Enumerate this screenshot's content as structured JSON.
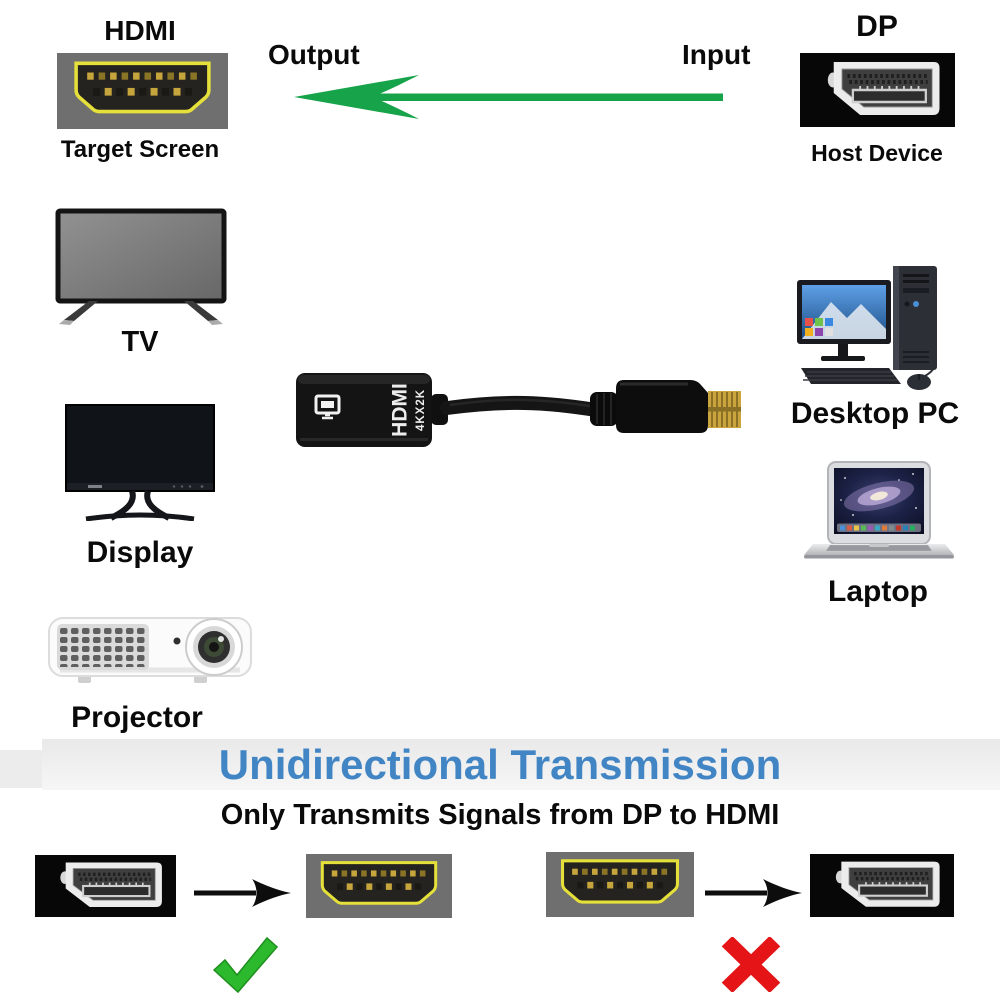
{
  "top_section": {
    "output_label": "Output",
    "input_label": "Input",
    "hdmi": {
      "title": "HDMI",
      "caption": "Target Screen"
    },
    "dp": {
      "title": "DP",
      "caption": "Host Device"
    }
  },
  "target_devices": [
    {
      "label": "TV"
    },
    {
      "label": "Display"
    },
    {
      "label": "Projector"
    }
  ],
  "source_devices": [
    {
      "label": "Desktop PC"
    },
    {
      "label": "Laptop"
    }
  ],
  "adapter": {
    "print_line1": "HDMI",
    "print_line2": "4KX2K"
  },
  "banner": {
    "title": "Unidirectional Transmission",
    "subtitle": "Only Transmits Signals from DP to HDMI",
    "title_color": "#4285c4"
  },
  "direction_rules": [
    {
      "from": "DP",
      "to": "HDMI",
      "allowed": true,
      "mark": "check"
    },
    {
      "from": "HDMI",
      "to": "DP",
      "allowed": false,
      "mark": "cross"
    }
  ],
  "colors": {
    "arrow_green": "#17a34a",
    "check_green": "#2db92d",
    "cross_red": "#e41417",
    "title_blue": "#4285c4",
    "hdmi_outline_yellow": "#e6e13a",
    "black_arrow": "#0d0d0d"
  }
}
